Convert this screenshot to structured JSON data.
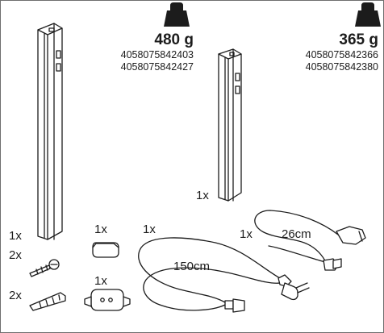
{
  "product_large": {
    "weight": "480 g",
    "ean_1": "4058075842403",
    "ean_2": "4058075842427"
  },
  "product_small": {
    "weight": "365 g",
    "ean_1": "4058075842366",
    "ean_2": "4058075842380",
    "quantity": "1x"
  },
  "accessories": {
    "large_light_qty": "1x",
    "end_cap_qty": "1x",
    "screw_qty": "2x",
    "dowel_qty": "2x",
    "connector_qty": "1x",
    "long_cable_qty": "1x",
    "long_cable_length": "150cm",
    "short_cable_qty": "1x",
    "short_cable_length": "26cm"
  },
  "icons": {
    "weight": "weight-icon"
  },
  "colors": {
    "line": "#1c1c1c",
    "background": "#ffffff",
    "border": "#6f6f6f"
  }
}
